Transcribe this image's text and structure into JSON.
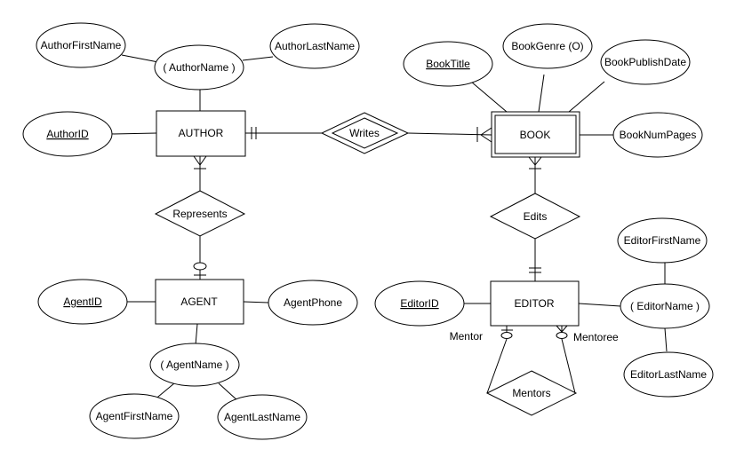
{
  "diagram": {
    "entities": {
      "author": "AUTHOR",
      "book": "BOOK",
      "agent": "AGENT",
      "editor": "EDITOR"
    },
    "relationships": {
      "writes": "Writes",
      "represents": "Represents",
      "edits": "Edits",
      "mentors": "Mentors"
    },
    "attributes": {
      "author_first_name": "AuthorFirstName",
      "author_name": "( AuthorName )",
      "author_last_name": "AuthorLastName",
      "author_id": "AuthorID",
      "book_title": "BookTitle",
      "book_genre": "BookGenre (O)",
      "book_publish_date": "BookPublishDate",
      "book_num_pages": "BookNumPages",
      "agent_id": "AgentID",
      "agent_phone": "AgentPhone",
      "agent_name": "( AgentName )",
      "agent_first_name": "AgentFirstName",
      "agent_last_name": "AgentLastName",
      "editor_id": "EditorID",
      "editor_name": "( EditorName )",
      "editor_first_name": "EditorFirstName",
      "editor_last_name": "EditorLastName"
    },
    "roles": {
      "mentor": "Mentor",
      "mentoree": "Mentoree"
    }
  }
}
